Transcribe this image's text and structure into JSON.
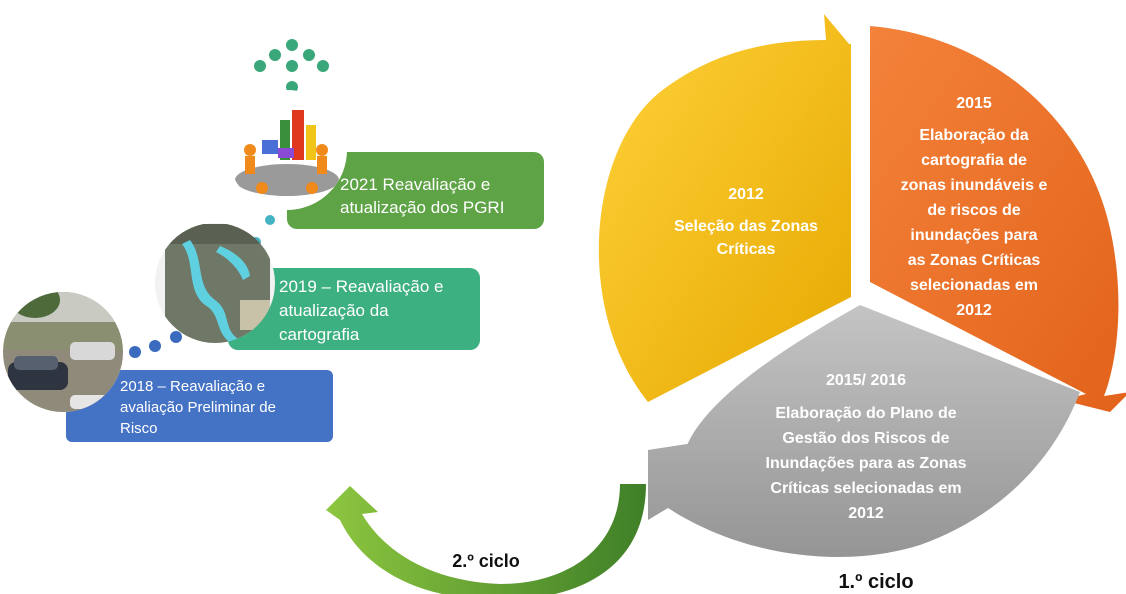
{
  "cycle1": {
    "label": "1.º ciclo",
    "segments": [
      {
        "year": "2012",
        "lines": [
          "Seleção das Zonas",
          "Críticas"
        ],
        "color": "#f2b705"
      },
      {
        "year": "2015",
        "lines": [
          "Elaboração da",
          "cartografia de",
          "zonas inundáveis e",
          "de riscos de",
          "inundações para",
          "as Zonas Críticas",
          "selecionadas em",
          "2012"
        ],
        "color": "#ee7326"
      },
      {
        "year": "2015/ 2016",
        "lines": [
          "Elaboração do Plano de",
          "Gestão dos Riscos de",
          "Inundações para as Zonas",
          "Críticas selecionadas em",
          "2012"
        ],
        "color": "#a6a6a6"
      }
    ]
  },
  "cycle2": {
    "label": "2.º ciclo",
    "arrow_color": "#5e9e34",
    "steps": [
      {
        "lines": [
          "2018 – Reavaliação e",
          "avaliação Preliminar de",
          "Risco"
        ],
        "color": "#4472c4",
        "photo": "flooded-street-photo"
      },
      {
        "lines": [
          "2019 – Reavaliação e",
          "atualização da",
          "cartografia"
        ],
        "color": "#3cb080",
        "photo": "flood-map-photo"
      },
      {
        "lines": [
          "2021 Reavaliação e",
          "atualização dos PGRI"
        ],
        "color": "#5ea346",
        "photo": "meeting-figures-photo"
      }
    ]
  }
}
